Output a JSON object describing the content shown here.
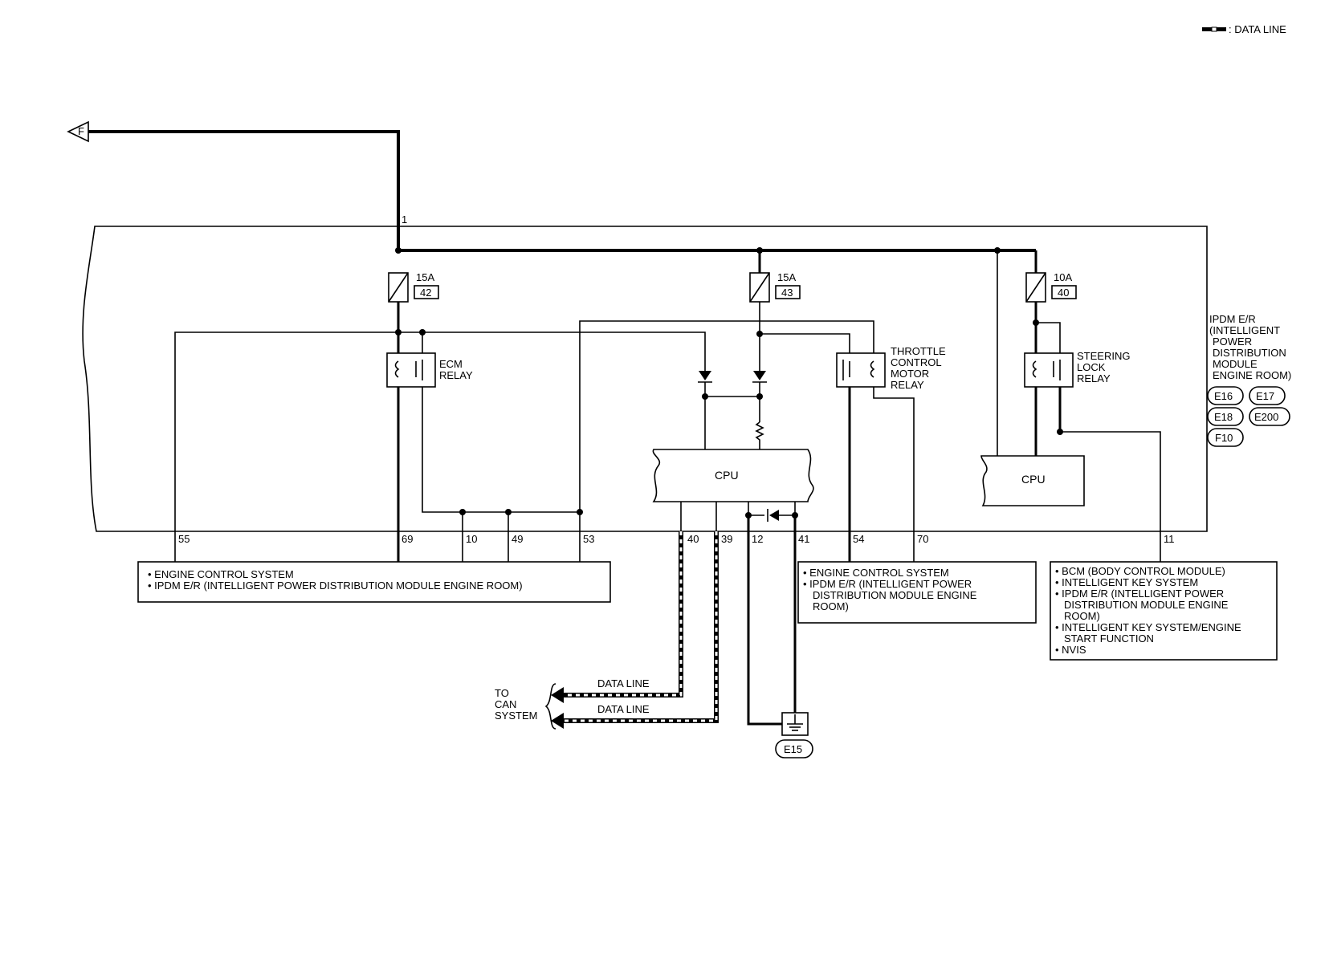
{
  "legend": {
    "label": ": DATA LINE"
  },
  "connector_flag": "F",
  "module": {
    "title_lines": [
      "IPDM E/R",
      "(INTELLIGENT",
      "POWER",
      "DISTRIBUTION",
      "MODULE",
      "ENGINE ROOM)"
    ],
    "connectors": [
      "E16",
      "E17",
      "E18",
      "E200",
      "F10"
    ]
  },
  "fuses": [
    {
      "rating": "15A",
      "number": "42"
    },
    {
      "rating": "15A",
      "number": "43"
    },
    {
      "rating": "10A",
      "number": "40"
    }
  ],
  "relays": {
    "ecm": [
      "ECM",
      "RELAY"
    ],
    "throttle": [
      "THROTTLE",
      "CONTROL",
      "MOTOR",
      "RELAY"
    ],
    "steering": [
      "STEERING",
      "LOCK",
      "RELAY"
    ]
  },
  "cpu_label": "CPU",
  "terminals": [
    "1",
    "55",
    "69",
    "10",
    "49",
    "53",
    "40",
    "39",
    "12",
    "41",
    "54",
    "70",
    "11"
  ],
  "destination_boxes": [
    {
      "lines": [
        "• ENGINE CONTROL SYSTEM",
        "• IPDM E/R (INTELLIGENT POWER DISTRIBUTION MODULE ENGINE ROOM)"
      ]
    },
    {
      "lines": [
        "• ENGINE CONTROL SYSTEM",
        "• IPDM E/R (INTELLIGENT POWER",
        "DISTRIBUTION MODULE ENGINE",
        "ROOM)"
      ]
    },
    {
      "lines": [
        "• BCM (BODY CONTROL MODULE)",
        "• INTELLIGENT KEY SYSTEM",
        "• IPDM E/R (INTELLIGENT POWER",
        "DISTRIBUTION MODULE ENGINE",
        "ROOM)",
        "• INTELLIGENT KEY SYSTEM/ENGINE",
        "START FUNCTION",
        "• NVIS"
      ]
    }
  ],
  "data_line_label": "DATA LINE",
  "can_label": [
    "TO",
    "CAN",
    "SYSTEM"
  ],
  "ground": "E15"
}
